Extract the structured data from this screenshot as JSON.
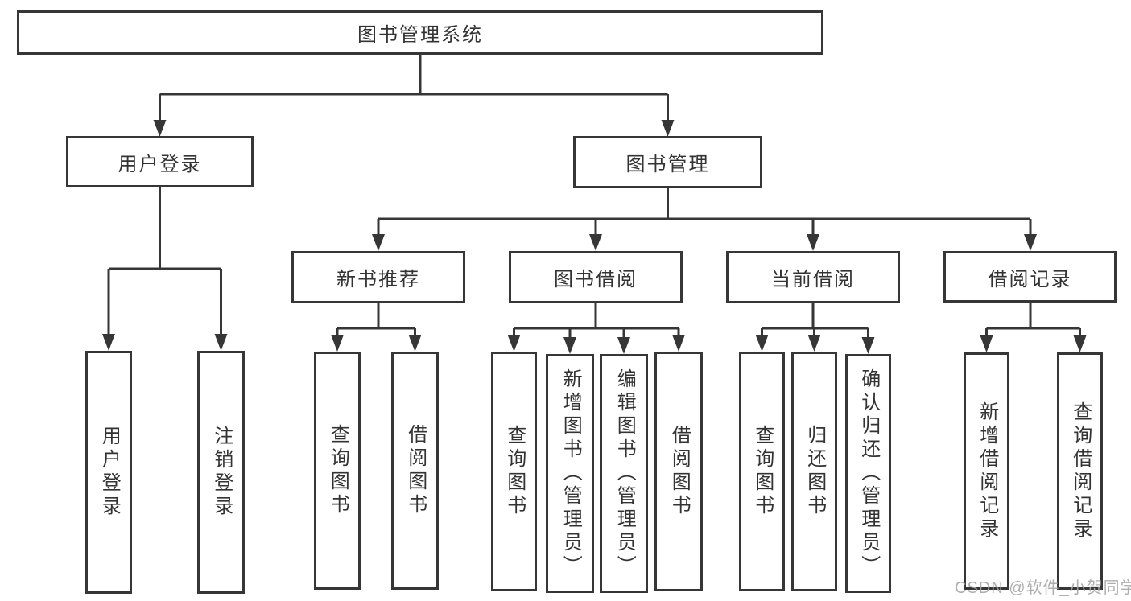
{
  "title": "图书管理系统",
  "tree": {
    "label": "图书管理系统",
    "children": [
      {
        "label": "用户登录",
        "children": [
          {
            "label": "用户登录"
          },
          {
            "label": "注销登录"
          }
        ]
      },
      {
        "label": "图书管理",
        "children": [
          {
            "label": "新书推荐",
            "children": [
              {
                "label": "查询图书"
              },
              {
                "label": "借阅图书"
              }
            ]
          },
          {
            "label": "图书借阅",
            "children": [
              {
                "label": "查询图书"
              },
              {
                "label": "新增图书（管理员）"
              },
              {
                "label": "编辑图书（管理员）"
              },
              {
                "label": "借阅图书"
              }
            ]
          },
          {
            "label": "当前借阅",
            "children": [
              {
                "label": "查询图书"
              },
              {
                "label": "归还图书"
              },
              {
                "label": "确认归还（管理员）"
              }
            ]
          },
          {
            "label": "借阅记录",
            "children": [
              {
                "label": "新增借阅记录"
              },
              {
                "label": "查询借阅记录"
              }
            ]
          }
        ]
      }
    ]
  },
  "watermark": "CSDN @软件_小贺同学",
  "colors": {
    "line": "#363636",
    "text": "#333333",
    "watermark": "#a6a6a6",
    "background": "#ffffff"
  }
}
